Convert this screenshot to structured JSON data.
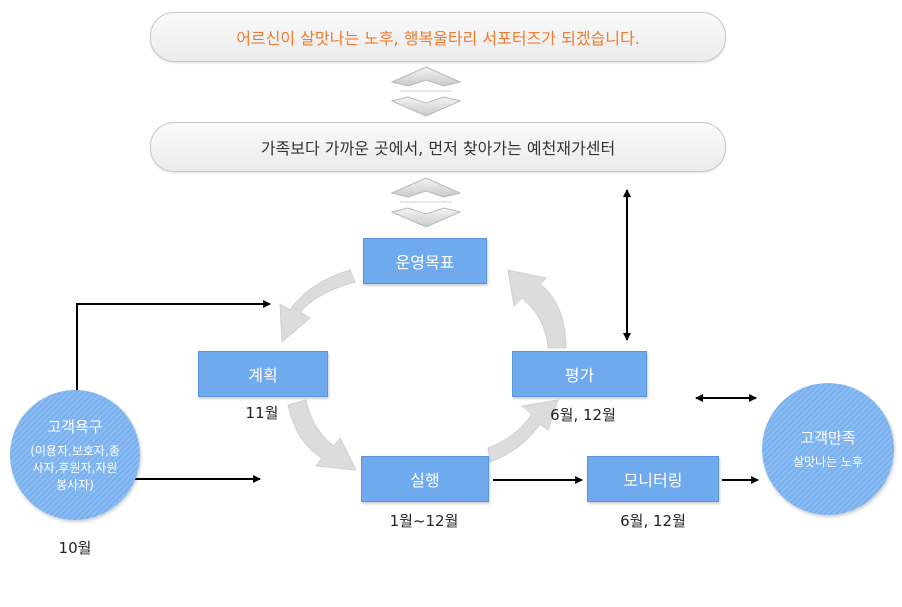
{
  "mission": "어르신이 살맛나는 노후, 행복울타리 서포터즈가 되겠습니다.",
  "vision": "가족보다 가까운 곳에서, 먼저 찾아가는 예천재가센터",
  "cycle": {
    "goal": {
      "label": "운영목표"
    },
    "plan": {
      "label": "계획",
      "period": "11월"
    },
    "execute": {
      "label": "실행",
      "period": "1월~12월"
    },
    "evaluate": {
      "label": "평가",
      "period": "6월, 12월"
    },
    "monitor": {
      "label": "모니터링",
      "period": "6월, 12월"
    }
  },
  "customer_needs": {
    "title": "고객욕구",
    "line1": "(이용자,보호자,종",
    "line2": "사자,후원자,자원",
    "line3": "봉사자)",
    "period": "10월"
  },
  "customer_satisfaction": {
    "title": "고객만족",
    "subtitle": "살맛나는 노후"
  },
  "colors": {
    "mission_text": "#f07a2e",
    "stage_fill": "#6fa9ee",
    "circle_fill": "#7fb4f0",
    "cycle_arrow": "#dcdcdc"
  }
}
